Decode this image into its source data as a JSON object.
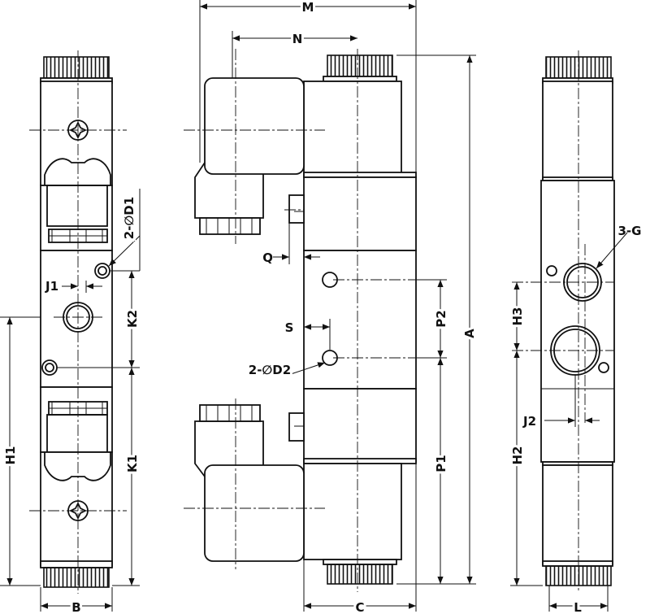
{
  "labels": {
    "M": "M",
    "N": "N",
    "A": "A",
    "B": "B",
    "C": "C",
    "L": "L",
    "Q": "Q",
    "S": "S",
    "J1": "J1",
    "J2": "J2",
    "K1": "K1",
    "K2": "K2",
    "P1": "P1",
    "P2": "P2",
    "H1": "H1",
    "H2": "H2",
    "H3": "H3",
    "G": "3-G",
    "D1": "2-∅D1",
    "D2": "2-∅D2"
  }
}
